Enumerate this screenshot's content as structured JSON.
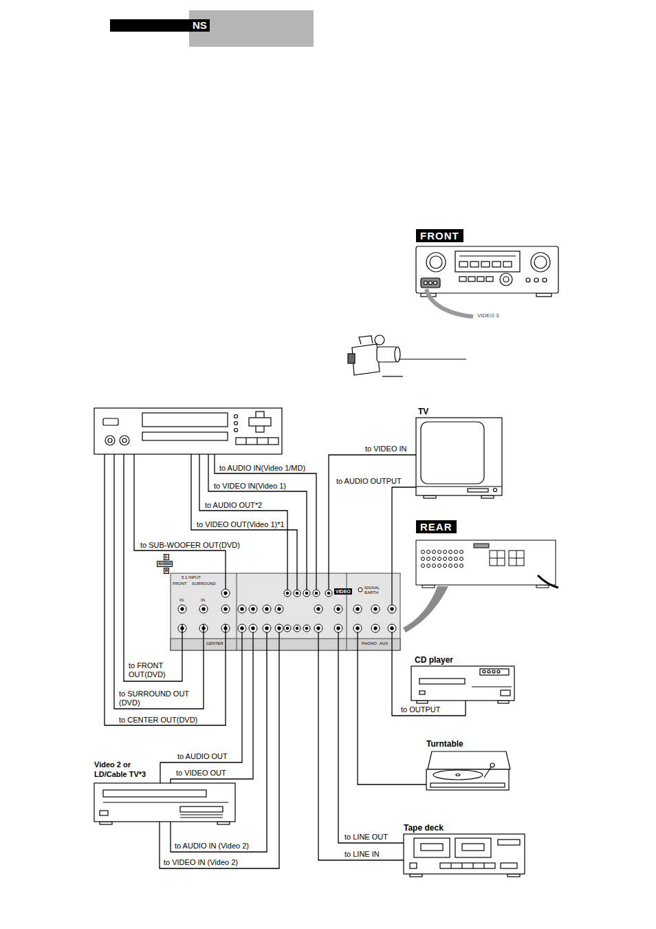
{
  "diagram": {
    "title": "NS",
    "nodes": [
      {
        "text": [
          "FRONT"
        ]
      },
      {
        "text": [
          "TV"
        ]
      },
      {
        "text": [
          "REAR"
        ]
      },
      {
        "text": [
          "VIDEO",
          "SIGNAL EARTH"
        ]
      },
      {
        "text": [
          "CD player"
        ]
      },
      {
        "text": [
          "Turntable"
        ]
      },
      {
        "text": [
          "Video 2 or LD/Cable TV*3"
        ]
      },
      {
        "text": [
          "Tape deck"
        ]
      }
    ],
    "edges": [
      {
        "from": 1,
        "to": 3,
        "label": "to VIDEO IN",
        "arrow": "none"
      },
      {
        "from": 1,
        "to": 3,
        "label": "to AUDIO OUTPUT",
        "arrow": "none"
      },
      {
        "from": 4,
        "to": 3,
        "label": "to OUTPUT",
        "arrow": "none"
      },
      {
        "from": 5,
        "to": 3,
        "arrow": "none"
      },
      {
        "from": 6,
        "to": 3,
        "label": "to AUDIO OUT",
        "arrow": "none"
      },
      {
        "from": 6,
        "to": 3,
        "label": "to VIDEO OUT",
        "arrow": "none"
      },
      {
        "from": 6,
        "to": 3,
        "label": "to AUDIO IN (Video 2)",
        "arrow": "none"
      },
      {
        "from": 6,
        "to": 3,
        "label": "to VIDEO IN (Video 2)",
        "arrow": "none"
      },
      {
        "from": 7,
        "to": 3,
        "label": "to LINE OUT",
        "arrow": "none"
      },
      {
        "from": 7,
        "to": 3,
        "label": "to LINE IN",
        "arrow": "none"
      }
    ],
    "labels": [
      "to AUDIO IN(Video 1/MD)",
      "to VIDEO IN(Video 1)",
      "to AUDIO OUT*2",
      "to VIDEO OUT(Video 1)*1",
      "to SUB-WOOFER OUT(DVD)",
      "to FRONT OUT(DVD)",
      "to SURROUND OUT (DVD)",
      "to CENTER OUT(DVD)",
      "L",
      "AUDIO",
      "R",
      "VIDEO 3",
      "5.1 INPUT",
      "FRONT",
      "SURROUND",
      "IN",
      "IN",
      "CENTER",
      "PHONO",
      "AUX"
    ]
  }
}
